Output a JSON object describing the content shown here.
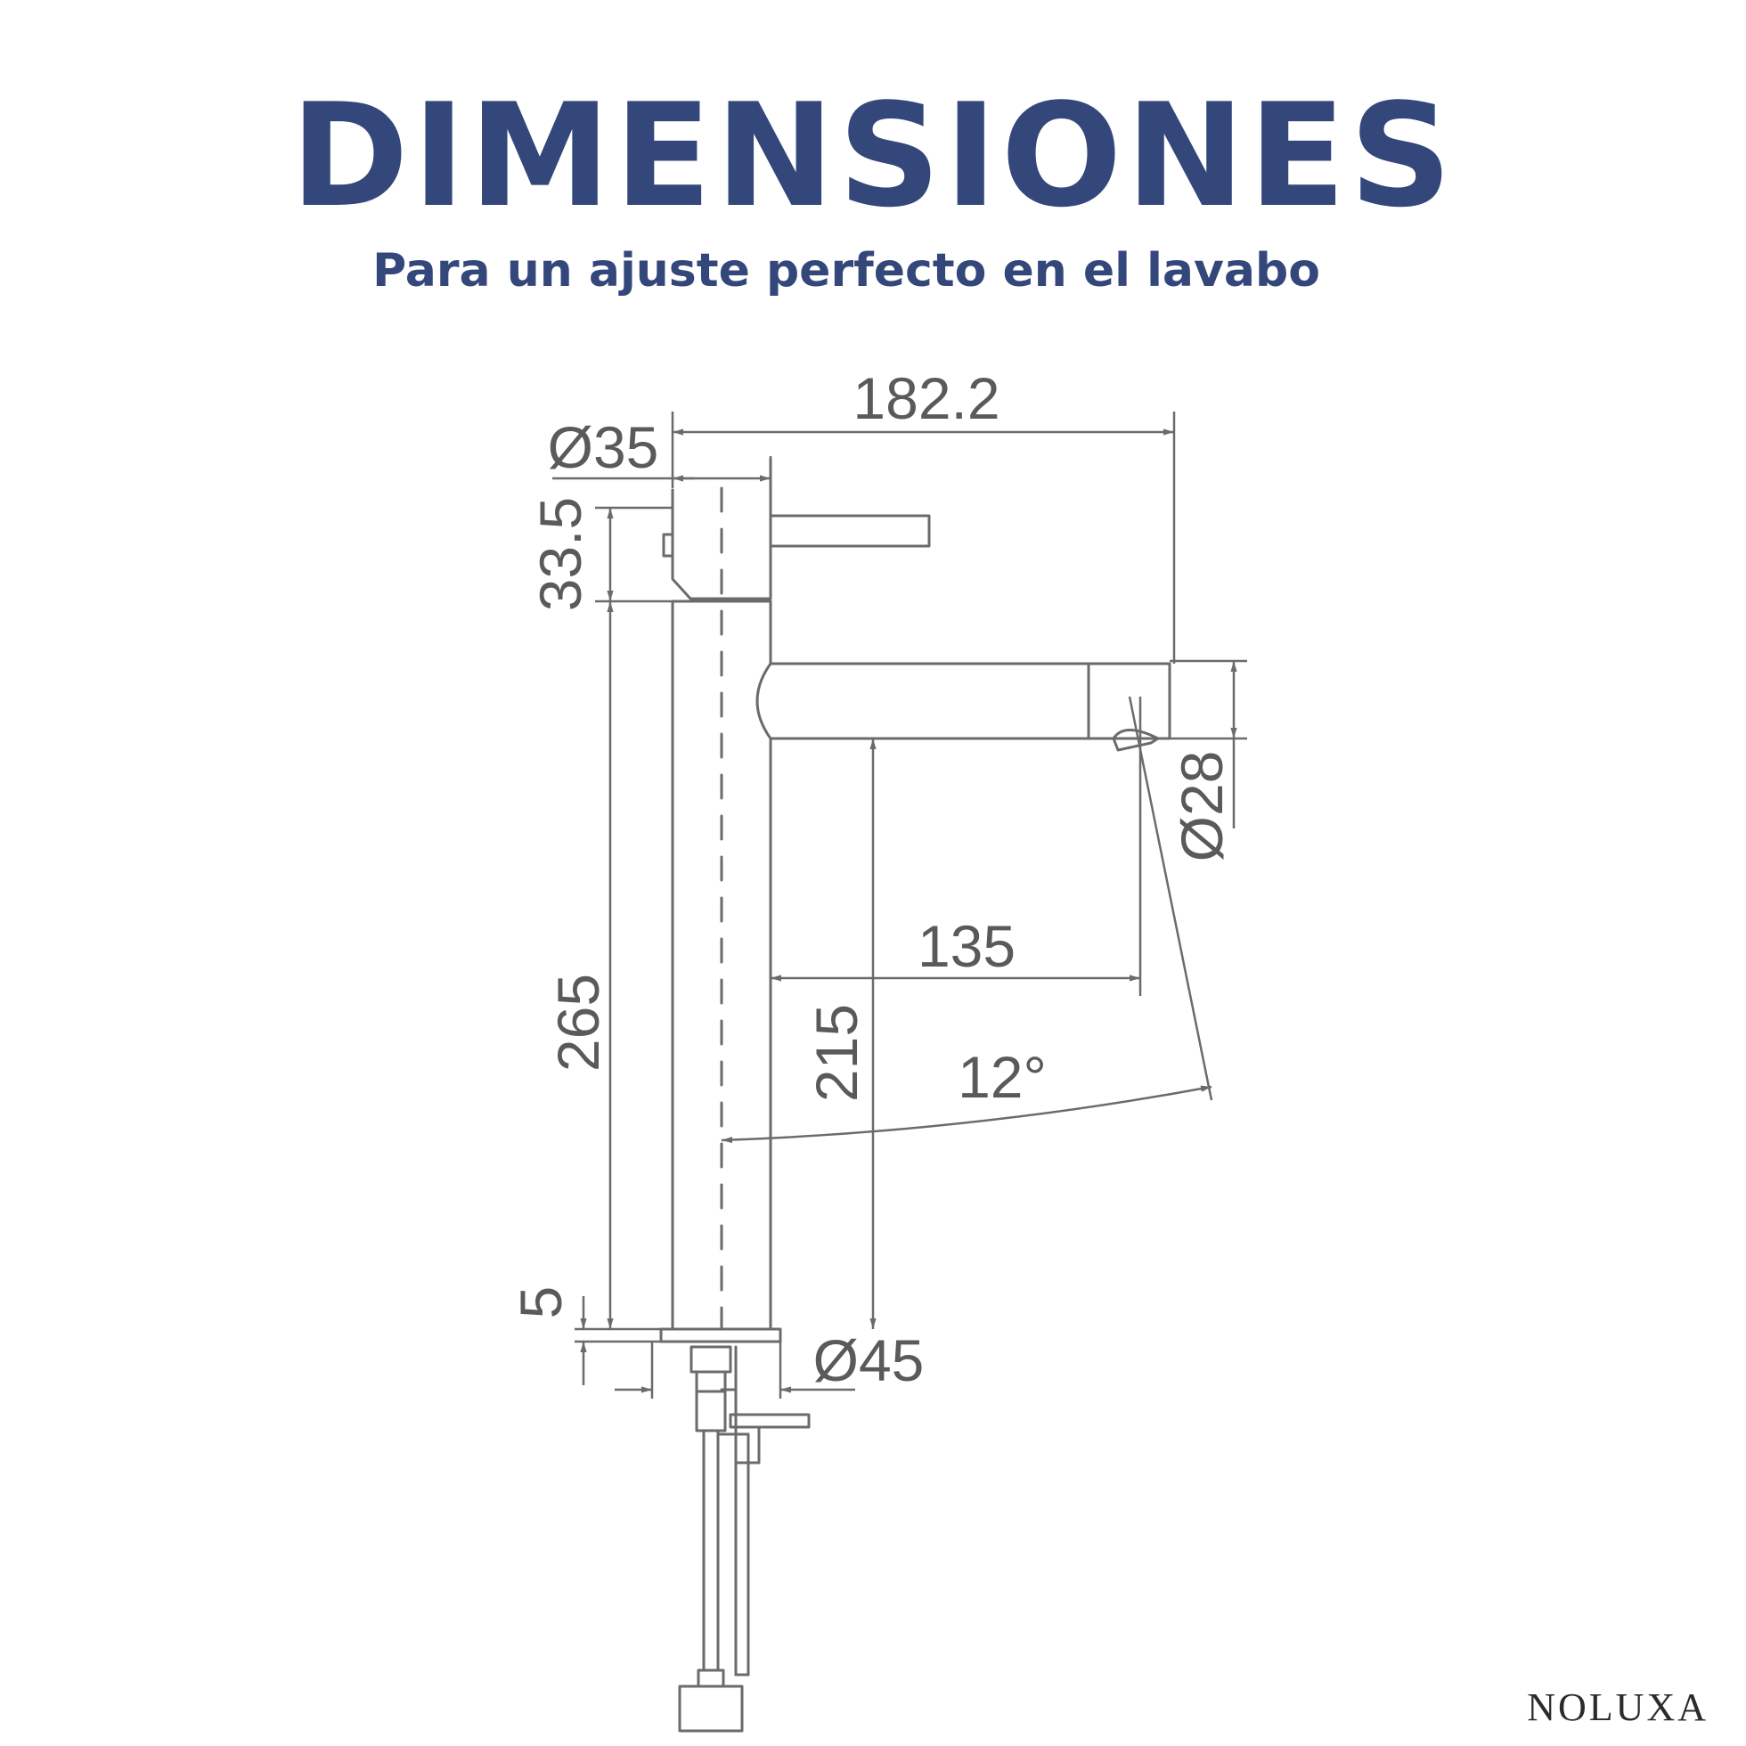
{
  "header": {
    "title": "DIMENSIONES",
    "subtitle": "Para un ajuste perfecto en el lavabo"
  },
  "colors": {
    "heading": "#34477a",
    "line": "#6b6b6b",
    "text": "#5a5a5a",
    "brand": "#2b2b2b"
  },
  "dimensions": {
    "overall_reach": "182.2",
    "handle_diameter": "Ø35",
    "handle_height": "33.5",
    "body_height": "265",
    "spout_height": "215",
    "spout_reach": "135",
    "spout_diameter": "Ø28",
    "spout_angle": "12°",
    "base_thickness": "5",
    "base_diameter": "Ø45"
  },
  "brand": {
    "name": "NOLUXA"
  }
}
